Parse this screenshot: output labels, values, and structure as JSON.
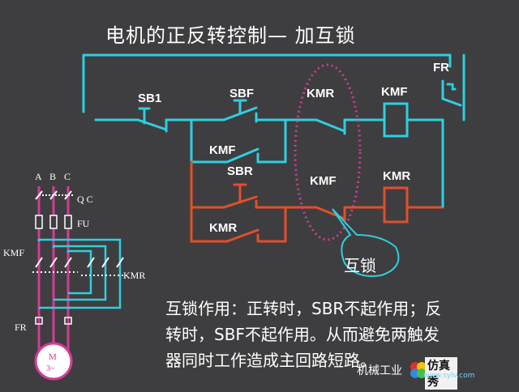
{
  "title": "电机的正反转控制— 加互锁",
  "colors": {
    "background": "#3e3e40",
    "control_wire": "#2ecfe0",
    "reverse_wire": "#e0502a",
    "power_phase": "#d23c93",
    "motor_fill": "#ffffff",
    "interlock_ellipse": "#d23c93"
  },
  "control_circuit": {
    "labels": {
      "sb1": "SB1",
      "sbf": "SBF",
      "kmf_hold": "KMF",
      "sbr": "SBR",
      "kmr_hold": "KMR",
      "kmr_interlock": "KMR",
      "kmf_interlock": "KMF",
      "kmf_coil": "KMF",
      "kmr_coil": "KMR",
      "fr": "FR"
    }
  },
  "power_circuit": {
    "phases": [
      "A",
      "B",
      "C"
    ],
    "labels": {
      "qc": "Q C",
      "fu": "FU",
      "kmf": "KMF",
      "kmr": "KMR",
      "fr": "FR"
    },
    "motor": {
      "letter": "M",
      "phase": "3~"
    }
  },
  "callout": "互锁",
  "note": {
    "line1": "互锁作用：正转时，SBR不起作用；反",
    "line2": "转时，SBF不起作用。从而避免两触发",
    "line3": "器同时工作造成主回路短路。"
  },
  "watermark": {
    "text": "机械工业",
    "brand": "仿真秀",
    "url": "www.sylv.com"
  }
}
